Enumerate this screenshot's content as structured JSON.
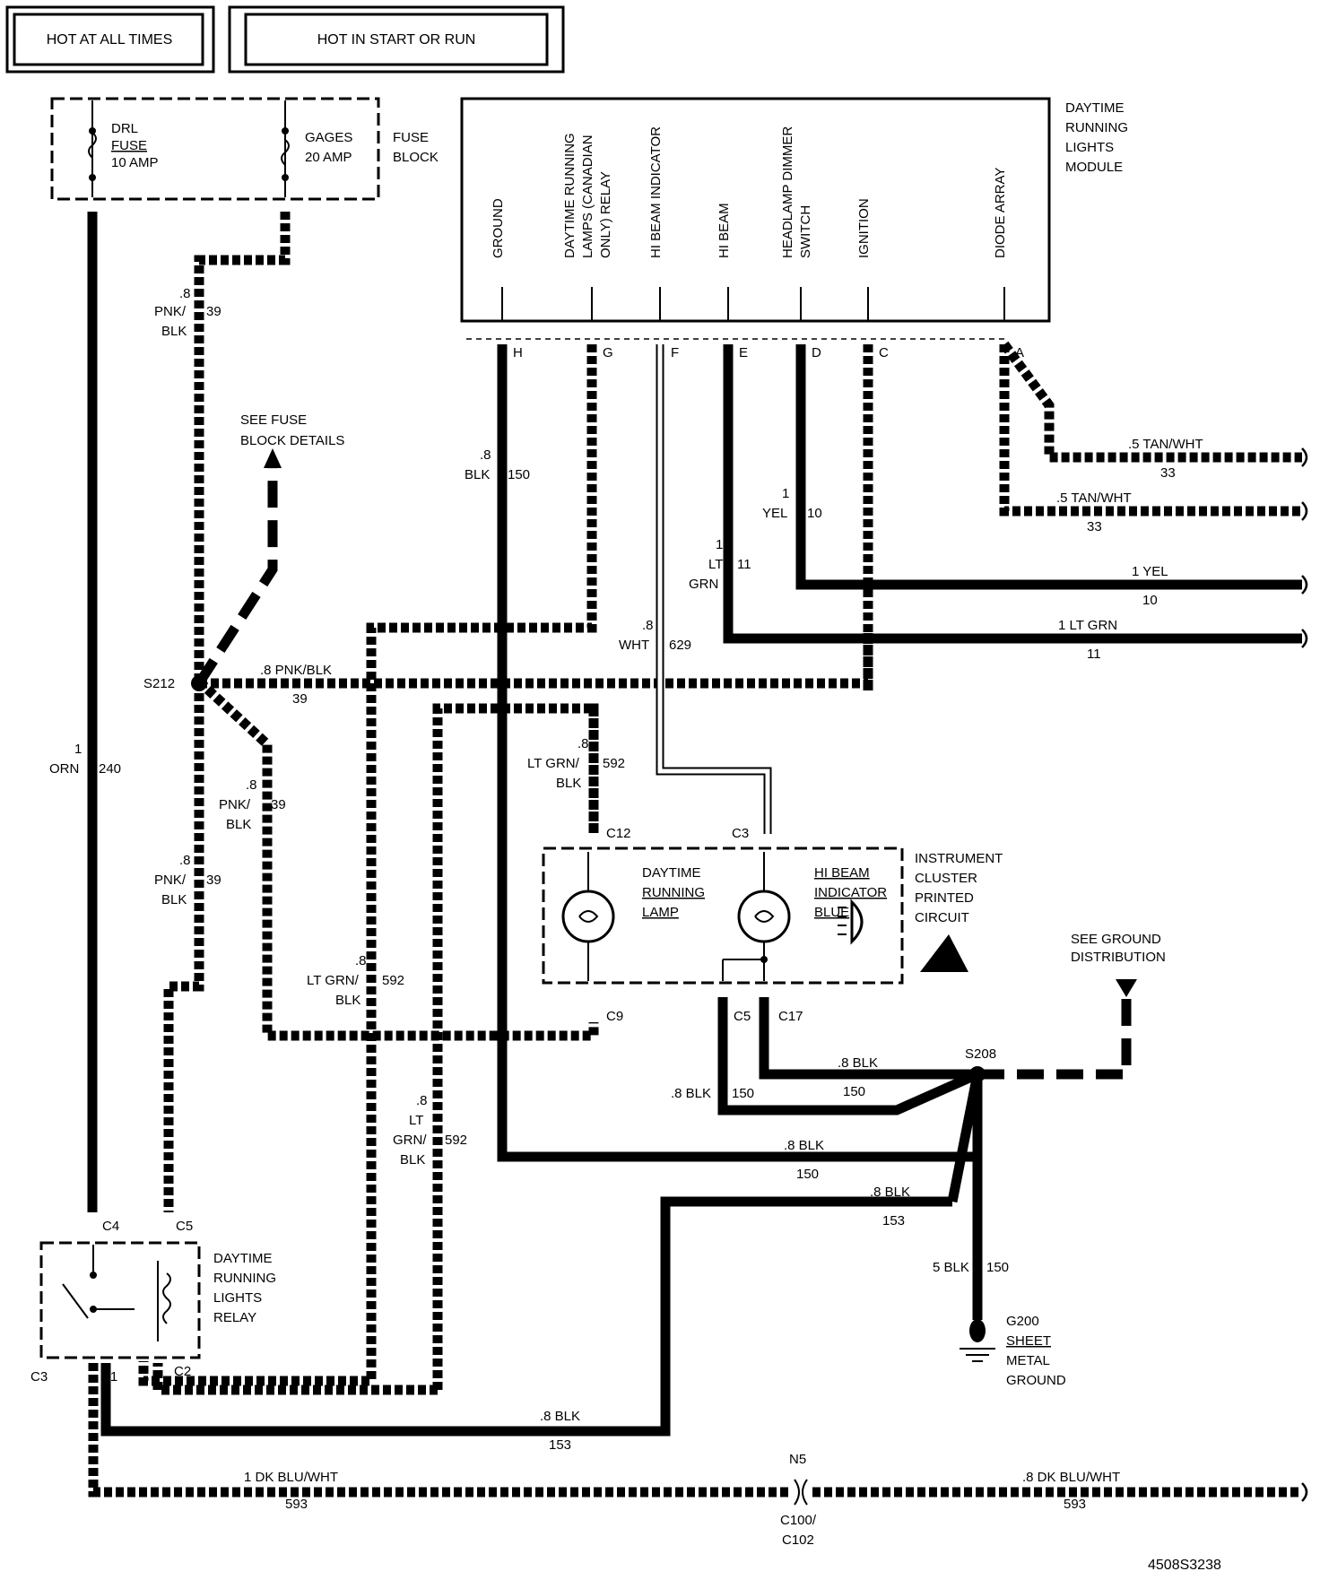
{
  "header": {
    "hot_at_all_times": "HOT AT ALL TIMES",
    "hot_in_start_or_run": "HOT IN START OR RUN"
  },
  "fuse_block": {
    "label_line1": "FUSE",
    "label_line2": "BLOCK",
    "drl_fuse": [
      "DRL",
      "FUSE",
      "10 AMP"
    ],
    "gages_fuse": [
      "GAGES",
      "20 AMP"
    ]
  },
  "module": {
    "label": [
      "DAYTIME",
      "RUNNING",
      "LIGHTS",
      "MODULE"
    ],
    "pins": [
      {
        "name": "GROUND",
        "letter": "H"
      },
      {
        "name": "DAYTIME RUNNING|LAMPS (CANADIAN|ONLY) RELAY",
        "letter": "G"
      },
      {
        "name": "HI BEAM INDICATOR",
        "letter": "F"
      },
      {
        "name": "HI BEAM",
        "letter": "E"
      },
      {
        "name": "HEADLAMP DIMMER|SWITCH",
        "letter": "D"
      },
      {
        "name": "IGNITION",
        "letter": "C"
      },
      {
        "name": "DIODE ARRAY",
        "letter": "A"
      }
    ]
  },
  "wires": {
    "w240": [
      "1",
      "ORN",
      "240"
    ],
    "w39_top": [
      ".8",
      "PNK/",
      "BLK",
      "39"
    ],
    "w39_mid": [
      ".8",
      "PNK/",
      "BLK",
      "39"
    ],
    "w39_low": [
      ".8",
      "PNK/",
      "BLK",
      "39"
    ],
    "w39_h": [
      ".8 PNK/BLK",
      "39"
    ],
    "w150_h": [
      ".8",
      "BLK",
      "150"
    ],
    "w10": [
      "1",
      "YEL",
      "10"
    ],
    "w11": [
      "1",
      "LT",
      "GRN",
      "11"
    ],
    "w629": [
      ".8",
      "WHT",
      "629"
    ],
    "w592_a": [
      ".8",
      "LT GRN/",
      "BLK",
      "592"
    ],
    "w592_b": [
      ".8",
      "LT GRN/",
      "BLK",
      "592"
    ],
    "w592_c": [
      ".8",
      "LT",
      "GRN/",
      "BLK",
      "592"
    ],
    "r33a": [
      ".5 TAN/WHT",
      "33"
    ],
    "r33b": [
      ".5 TAN/WHT",
      "33"
    ],
    "r10": [
      "1 YEL",
      "10"
    ],
    "r11": [
      "1 LT GRN",
      "11"
    ],
    "s208_a": [
      ".8 BLK",
      "150"
    ],
    "s208_b": [
      ".8 BLK",
      "150"
    ],
    "s208_c": [
      ".8 BLK",
      "150"
    ],
    "s208_d": [
      ".8 BLK",
      "153"
    ],
    "g_wire": [
      "5 BLK",
      "150"
    ],
    "w153": [
      ".8 BLK",
      "153"
    ],
    "w593_l": [
      "1 DK BLU/WHT",
      "593"
    ],
    "w593_r": [
      ".8 DK BLU/WHT",
      "593"
    ]
  },
  "splices": {
    "s212": "S212",
    "s208": "S208"
  },
  "see_fuse": [
    "SEE FUSE",
    "BLOCK DETAILS"
  ],
  "see_ground": [
    "SEE GROUND",
    "DISTRIBUTION"
  ],
  "cluster": {
    "label": [
      "INSTRUMENT",
      "CLUSTER",
      "PRINTED",
      "CIRCUIT"
    ],
    "drl_lamp": [
      "DAYTIME",
      "RUNNING",
      "LAMP"
    ],
    "hi_beam": [
      "HI BEAM",
      "INDICATOR",
      "BLUE"
    ],
    "connectors": {
      "c12": "C12",
      "c3": "C3",
      "c9": "C9",
      "c5": "C5",
      "c17": "C17"
    }
  },
  "relay": {
    "label": [
      "DAYTIME",
      "RUNNING",
      "LIGHTS",
      "RELAY"
    ],
    "connectors": {
      "c4": "C4",
      "c5": "C5",
      "c3": "C3",
      "c1": "C1",
      "c2": "C2"
    }
  },
  "ground": {
    "id": "G200",
    "desc": [
      "SHEET",
      "METAL",
      "GROUND"
    ]
  },
  "inline_conn": {
    "n5": "N5",
    "c100": "C100/",
    "c102": "C102"
  },
  "figure_id": "4508S3238"
}
